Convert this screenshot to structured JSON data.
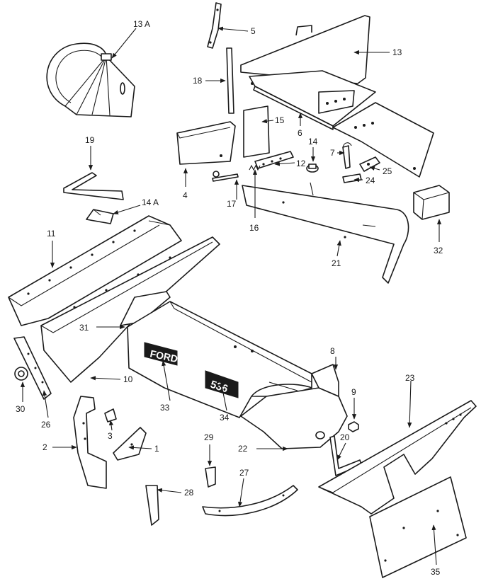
{
  "callouts": {
    "c1": "1",
    "c2": "2",
    "c3": "3",
    "c4": "4",
    "c5": "5",
    "c6": "6",
    "c7": "7",
    "c8": "8",
    "c9": "9",
    "c10": "10",
    "c11": "11",
    "c12": "12",
    "c13": "13",
    "c13a": "13 A",
    "c14": "14",
    "c14a": "14 A",
    "c15": "15",
    "c16": "16",
    "c17": "17",
    "c18": "18",
    "c19": "19",
    "c20": "20",
    "c21": "21",
    "c22": "22",
    "c23": "23",
    "c24": "24",
    "c25": "25",
    "c26": "26",
    "c27": "27",
    "c28": "28",
    "c29": "29",
    "c30": "30",
    "c31": "31",
    "c32": "32",
    "c33": "33",
    "c34": "34",
    "c35": "35"
  },
  "decals": {
    "brand": "FORD",
    "model": "536"
  }
}
